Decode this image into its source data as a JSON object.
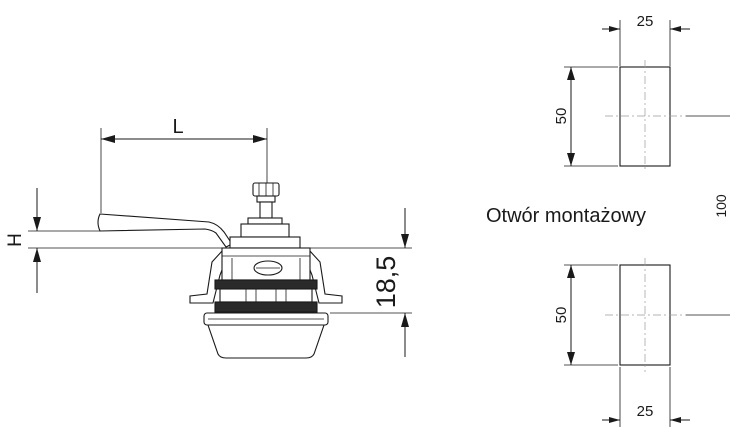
{
  "side_view": {
    "dim_L": "L",
    "dim_H": "H",
    "dim_height": "18,5"
  },
  "mounting_hole": {
    "caption": "Otwór montażowy",
    "top": {
      "width": "25",
      "height": "50"
    },
    "bottom": {
      "width": "25",
      "height": "50"
    },
    "spacing": "100"
  }
}
